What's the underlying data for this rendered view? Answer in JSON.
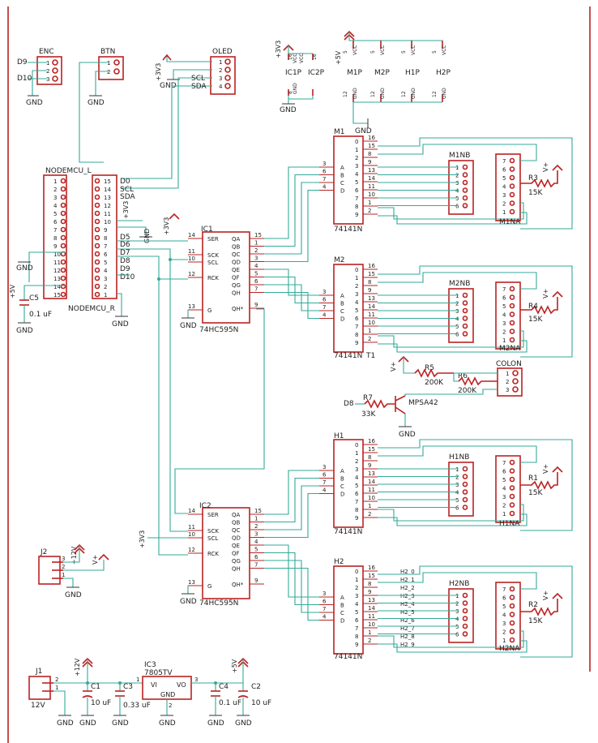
{
  "components": {
    "enc": {
      "ref": "ENC",
      "pins": [
        "1",
        "2",
        "3"
      ],
      "nets": [
        "D9",
        "D10"
      ]
    },
    "btn": {
      "ref": "BTN",
      "pins": [
        "1",
        "2"
      ]
    },
    "oled": {
      "ref": "OLED",
      "pins": [
        "1",
        "2",
        "3",
        "4"
      ],
      "nets": [
        "+3V3",
        "SCL",
        "SDA"
      ]
    },
    "ic1p": {
      "ref": "IC1P",
      "pins": [
        "16",
        "8"
      ],
      "power": "VCC",
      "ground": "GND"
    },
    "ic2p": {
      "ref": "IC2P",
      "pins": [
        "16",
        "8"
      ],
      "power": "VCC",
      "ground": "GND"
    },
    "power_row": {
      "supply": "+5V",
      "parts": [
        "M1P",
        "M2P",
        "H1P",
        "H2P"
      ],
      "pin_top": "5",
      "pin_bot": "12",
      "vcc": "VCC",
      "gnd": "GND"
    },
    "nodemcu_l": {
      "ref": "NODEMCU_L",
      "pins": [
        "1",
        "2",
        "3",
        "4",
        "5",
        "6",
        "7",
        "8",
        "9",
        "10",
        "11",
        "12",
        "13",
        "14",
        "15"
      ]
    },
    "nodemcu_r": {
      "ref": "NODEMCU_R",
      "pins": [
        "15",
        "14",
        "13",
        "12",
        "11",
        "10",
        "9",
        "8",
        "7",
        "6",
        "5",
        "4",
        "3",
        "2",
        "1"
      ],
      "nets": [
        "D0",
        "SCL",
        "SDA",
        "D5",
        "D6",
        "D7",
        "D8",
        "D9",
        "D10"
      ]
    },
    "c5": {
      "ref": "C5",
      "value": "0.1 uF"
    },
    "ic1": {
      "ref": "IC1",
      "part": "74HC595N",
      "left_pins": [
        {
          "n": "14",
          "l": "SER"
        },
        {
          "n": "11",
          "l": "SCK"
        },
        {
          "n": "10",
          "l": "SCL"
        },
        {
          "n": "12",
          "l": "RCK"
        },
        {
          "n": "13",
          "l": "G"
        }
      ],
      "right_pins": [
        {
          "n": "15",
          "l": "QA"
        },
        {
          "n": "1",
          "l": "QB"
        },
        {
          "n": "2",
          "l": "QC"
        },
        {
          "n": "3",
          "l": "QD"
        },
        {
          "n": "4",
          "l": "QE"
        },
        {
          "n": "5",
          "l": "QF"
        },
        {
          "n": "6",
          "l": "QG"
        },
        {
          "n": "7",
          "l": "QH"
        },
        {
          "n": "9",
          "l": "QH*"
        }
      ]
    },
    "ic2": {
      "ref": "IC2",
      "part": "74HC595N"
    },
    "digit": {
      "left_pins": [
        {
          "n": "3",
          "l": "A"
        },
        {
          "n": "6",
          "l": "B"
        },
        {
          "n": "7",
          "l": "C"
        },
        {
          "n": "4",
          "l": "D"
        }
      ],
      "right_pins": [
        {
          "n": "16",
          "l": "0"
        },
        {
          "n": "15",
          "l": "1"
        },
        {
          "n": "8",
          "l": "2"
        },
        {
          "n": "9",
          "l": "3"
        },
        {
          "n": "13",
          "l": "4"
        },
        {
          "n": "14",
          "l": "5"
        },
        {
          "n": "11",
          "l": "6"
        },
        {
          "n": "10",
          "l": "7"
        },
        {
          "n": "1",
          "l": "8"
        },
        {
          "n": "2",
          "l": "9"
        }
      ],
      "m1": {
        "ref": "M1",
        "part": "74141N"
      },
      "m2": {
        "ref": "M2",
        "part": "74141N",
        "extra": "T1"
      },
      "h1": {
        "ref": "H1",
        "part": "74141N"
      },
      "h2": {
        "ref": "H2",
        "part": "74141N",
        "nets": [
          "H2_0",
          "H2_1",
          "H2_2",
          "H2_3",
          "H2_4",
          "H2_5",
          "H2_6",
          "H2_7",
          "H2_8",
          "H2_9"
        ]
      }
    },
    "nb_pins": [
      "1",
      "2",
      "3",
      "4",
      "5",
      "6"
    ],
    "na_pins": [
      "7",
      "6",
      "5",
      "4",
      "3",
      "2",
      "1"
    ],
    "m1nb": "M1NB",
    "m1na": "M1NA",
    "m2nb": "M2NB",
    "m2na": "M2NA",
    "h1nb": "H1NB",
    "h1na": "H1NA",
    "h2nb": "H2NB",
    "h2na": "H2NA",
    "r3": {
      "ref": "R3",
      "value": "15K"
    },
    "r4": {
      "ref": "R4",
      "value": "15K"
    },
    "r1": {
      "ref": "R1",
      "value": "15K"
    },
    "r2": {
      "ref": "R2",
      "value": "15K"
    },
    "vplus": "V+",
    "r5": {
      "ref": "R5",
      "value": "200K"
    },
    "r6": {
      "ref": "R6",
      "value": "200K"
    },
    "colon": {
      "ref": "COLON",
      "pins": [
        "1",
        "2",
        "3"
      ]
    },
    "r7": {
      "ref": "R7",
      "value": "33K"
    },
    "q": {
      "part": "MPSA42",
      "net": "D8"
    },
    "j2": {
      "ref": "J2",
      "pins": [
        "3",
        "2",
        "1"
      ],
      "net": "+12V"
    },
    "j1": {
      "ref": "J1",
      "value": "12V",
      "pins": [
        "2",
        "1"
      ]
    },
    "c1": {
      "ref": "C1",
      "value": "10 uF"
    },
    "c3": {
      "ref": "C3",
      "value": "0.33 uF"
    },
    "ic3": {
      "ref": "IC3",
      "part": "7805TV",
      "pins": [
        "VI",
        "GND",
        "VO"
      ],
      "pin_nums": [
        "1",
        "2",
        "3"
      ]
    },
    "c4": {
      "ref": "C4",
      "value": "0.1 uF"
    },
    "c2": {
      "ref": "C2",
      "value": "10 uF"
    },
    "rails": {
      "p5": "+5V",
      "p12": "+12V",
      "p3": "+3V3",
      "gnd": "GND"
    }
  }
}
